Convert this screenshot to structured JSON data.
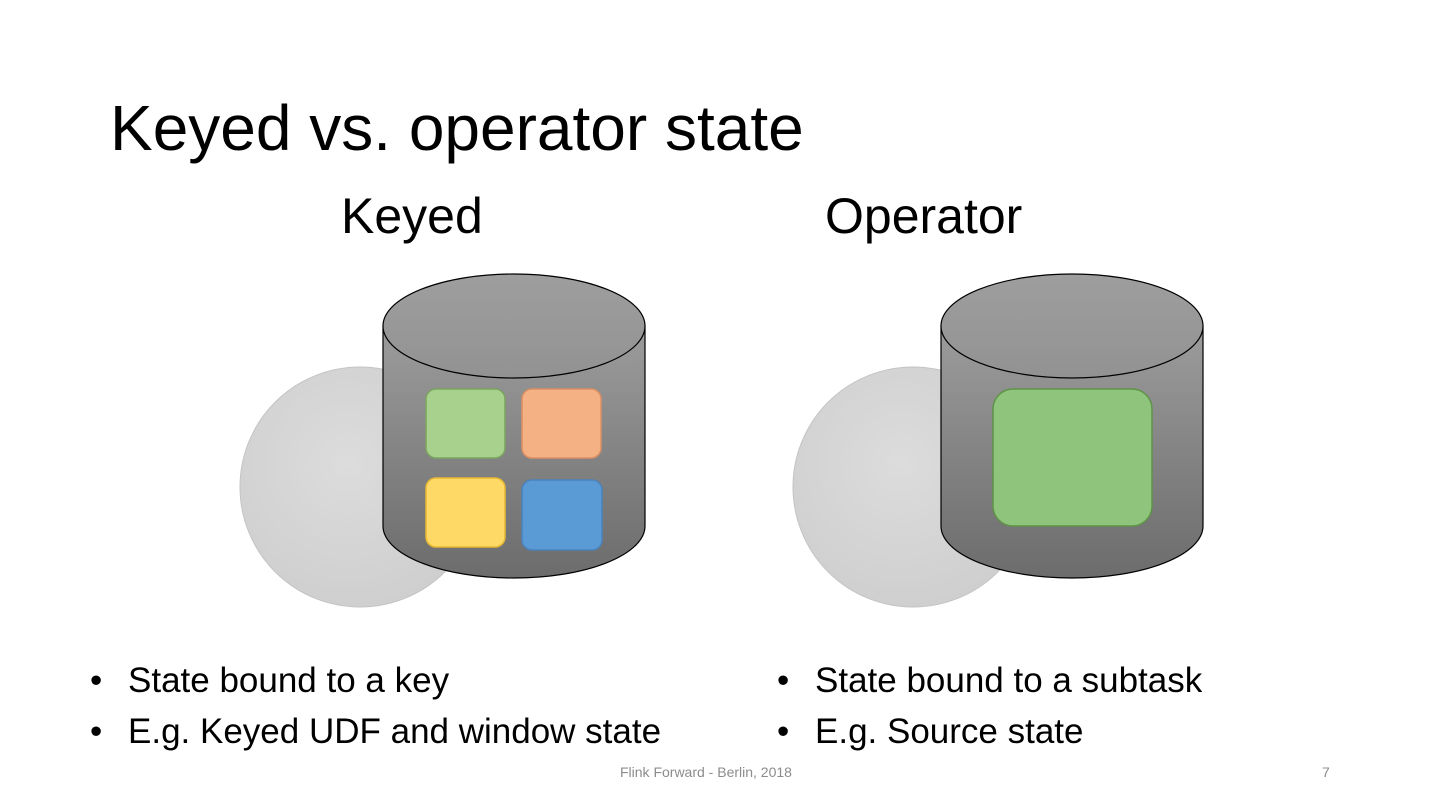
{
  "slide": {
    "title": "Keyed vs. operator state",
    "footer": "Flink Forward - Berlin, 2018",
    "page_number": "7"
  },
  "keyed": {
    "heading": "Keyed",
    "bullets": [
      "State bound to a key",
      "E.g. Keyed UDF and window state"
    ],
    "state_blocks": [
      "#a9d18e",
      "#f4b183",
      "#ffd966",
      "#5b9bd5"
    ]
  },
  "operator": {
    "heading": "Operator",
    "bullets": [
      "State bound to a subtask",
      "E.g. Source state"
    ],
    "state_blocks": [
      "#8fc47c"
    ]
  },
  "colors": {
    "cylinder_top": "#9a9a9a",
    "cylinder_body_light": "#999999",
    "cylinder_body_dark": "#6e6e6e",
    "circle": "#d4d4d4"
  }
}
